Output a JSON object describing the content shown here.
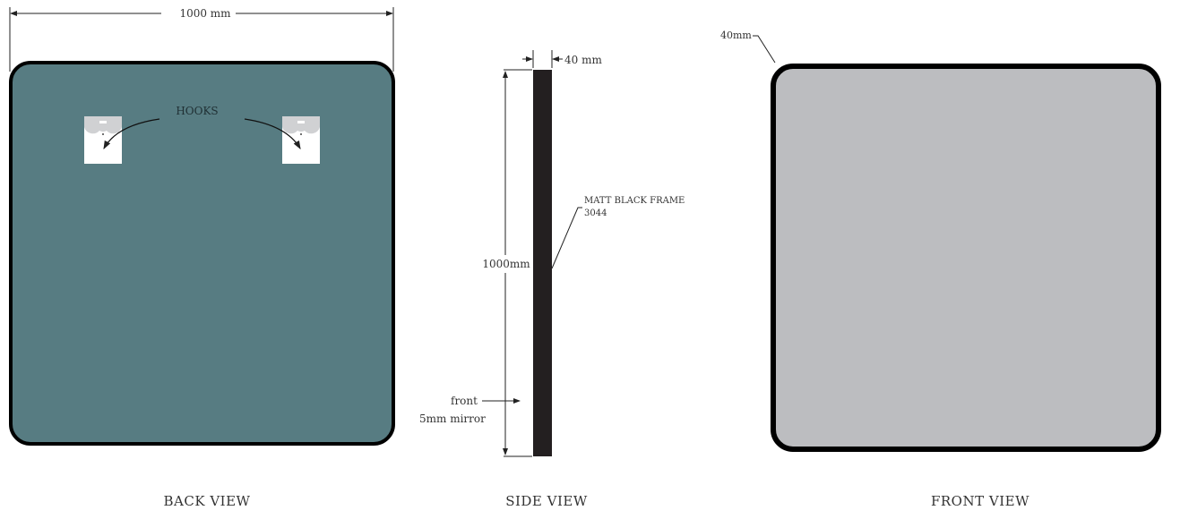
{
  "back_view": {
    "width_label": "1000 mm",
    "hooks_label": "HOOKS",
    "title": "BACK VIEW",
    "panel_color": "#577c82"
  },
  "side_view": {
    "depth_label": "40 mm",
    "height_label": "1000mm",
    "frame_label": "MATT BLACK FRAME",
    "frame_code": "3044",
    "front_label": "front",
    "mirror_label": "5mm mirror",
    "title": "SIDE VIEW",
    "frame_color": "#231f20"
  },
  "front_view": {
    "frame_label": "40mm",
    "title": "FRONT VIEW",
    "mirror_color": "#bcbdc0"
  }
}
